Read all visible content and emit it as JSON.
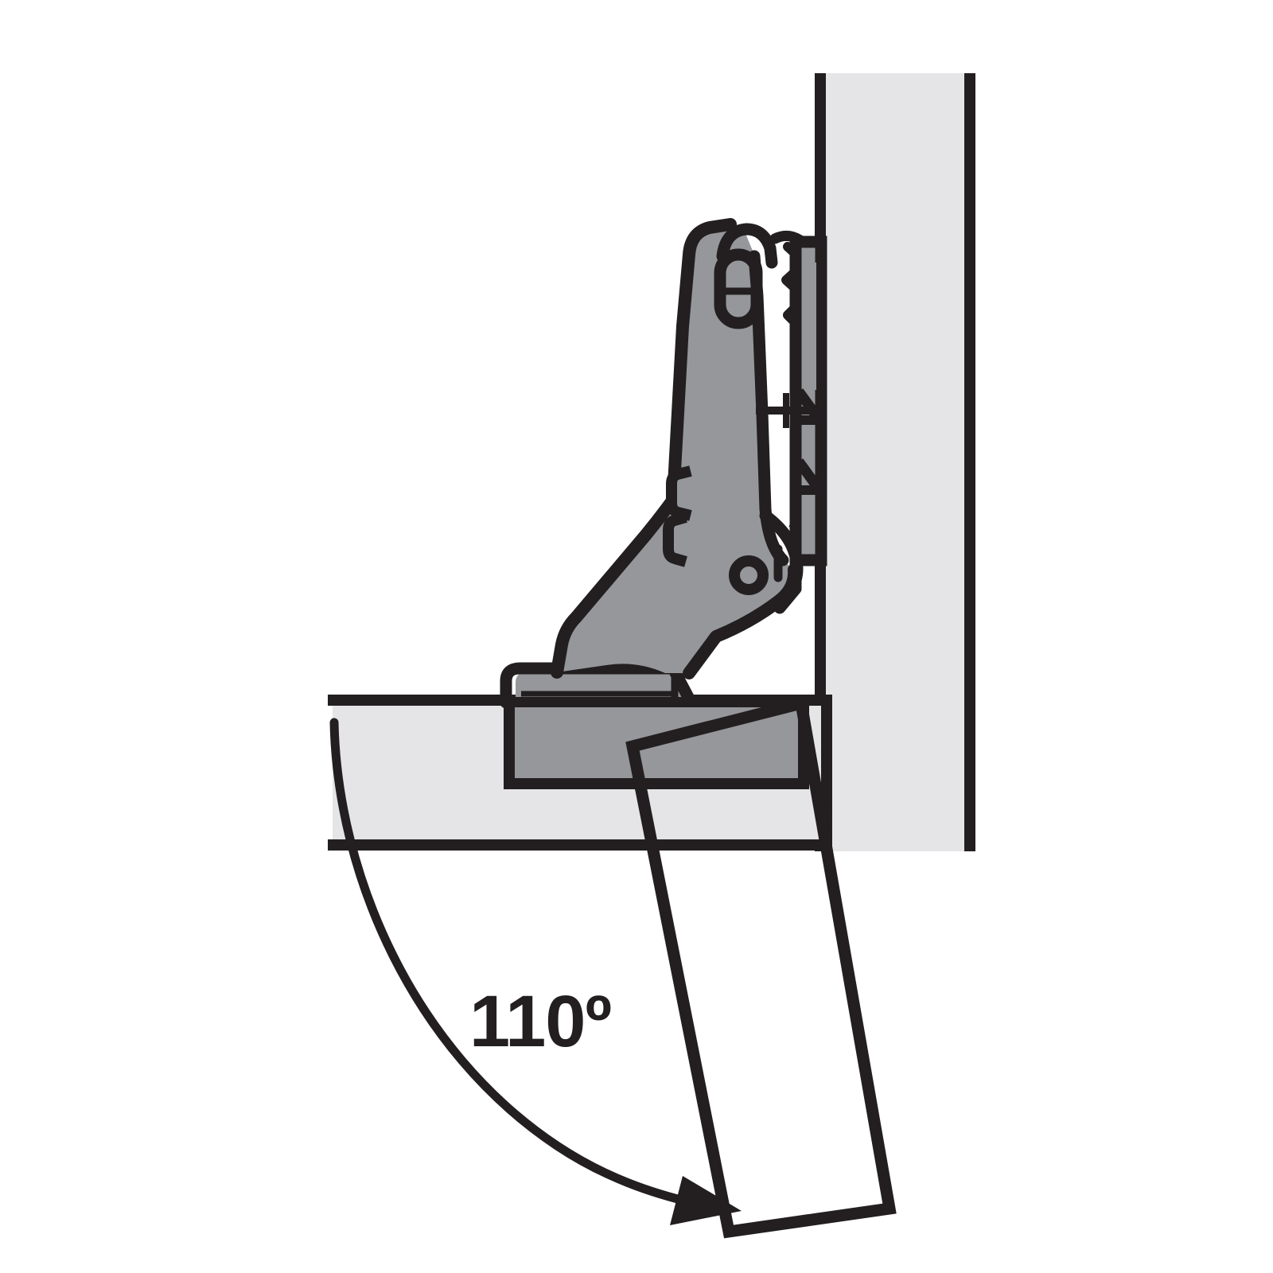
{
  "figure": {
    "title": "Cabinet hinge cross-section diagram",
    "type": "technical-line-drawing",
    "background_color": "#ffffff",
    "annotation": {
      "angle_label": "110º",
      "angle_value": 110,
      "angle_unit": "degrees",
      "label_color": "#231f20"
    },
    "colors": {
      "outline": "#231f20",
      "hinge_metal_fill": "#95979b",
      "panel_fill": "#e5e5e7",
      "open_door_fill": "#ffffff",
      "background": "#ffffff"
    },
    "parts": {
      "cabinet_side_panel": "Cabinet side panel (vertical, light gray)",
      "door_panel_closed": "Cabinet door panel shown closed (horizontal, light gray)",
      "door_panel_open": "Cabinet door panel shown open at 110 degrees (outline only)",
      "hinge_arm": "Concealed hinge arm (gray metal)",
      "hinge_cup": "Hinge cup mortised into door panel",
      "mounting_plate": "Mounting plate fixed to cabinet side panel",
      "pivot_pin": "Hinge pivot pin hole",
      "swing_arc": "Door swing arc with arrowhead",
      "center_mark": "Mounting plate center line mark"
    }
  }
}
